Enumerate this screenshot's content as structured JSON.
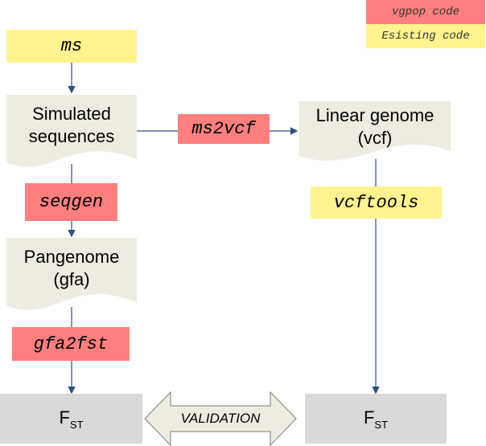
{
  "legend": {
    "vgpop": "vgpop code",
    "existing": "Esisting code"
  },
  "nodes": {
    "ms": "ms",
    "simulated_line1": "Simulated",
    "simulated_line2": "sequences",
    "ms2vcf": "ms2vcf",
    "linear_line1": "Linear genome",
    "linear_line2": "(vcf)",
    "seqgen": "seqgen",
    "vcftools": "vcftools",
    "pangenome_line1": "Pangenome",
    "pangenome_line2": "(gfa)",
    "gfa2fst": "gfa2fst",
    "fst_left_main": "F",
    "fst_left_sub": "ST",
    "fst_right_main": "F",
    "fst_right_sub": "ST",
    "validation": "VALIDATION"
  },
  "colors": {
    "vgpop": "#ff7f7f",
    "existing": "#fff38f",
    "document": "#eeece1",
    "result": "#d9d9d9",
    "arrow": "#2f4f7f"
  }
}
